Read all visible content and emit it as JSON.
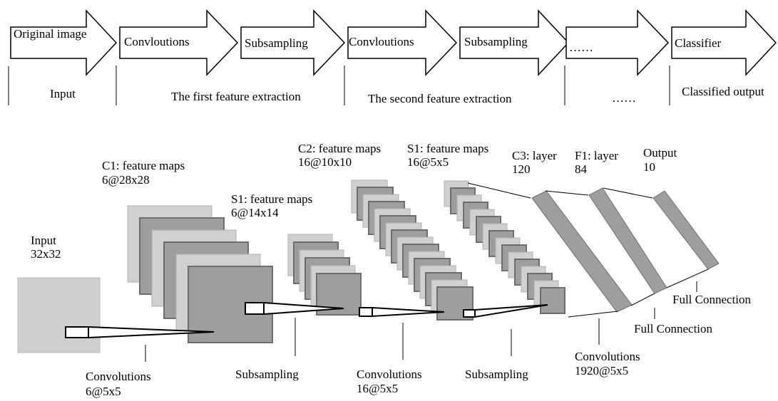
{
  "pipeline": {
    "stages": [
      "Original image",
      "Convloutions",
      "Subsampling",
      "Convloutions",
      "Subsampling",
      "……",
      "Classifier"
    ],
    "phases": [
      "Input",
      "The first feature extraction",
      "The second feature extraction",
      "……",
      "Classified output"
    ]
  },
  "network": {
    "layers": {
      "input": {
        "name": "Input",
        "size": "32x32"
      },
      "c1": {
        "name": "C1: feature maps",
        "size": "6@28x28"
      },
      "s1a": {
        "name": "S1: feature maps",
        "size": "6@14x14"
      },
      "c2": {
        "name": "C2: feature maps",
        "size": "16@10x10"
      },
      "s1b": {
        "name": "S1: feature maps",
        "size": "16@5x5"
      },
      "c3": {
        "name": "C3: layer",
        "size": "120"
      },
      "f1": {
        "name": "F1: layer",
        "size": "84"
      },
      "output": {
        "name": "Output",
        "size": "10"
      }
    },
    "operations": {
      "conv1": {
        "name": "Convolutions",
        "detail": "6@5x5"
      },
      "sub1": {
        "name": "Subsampling"
      },
      "conv2": {
        "name": "Convolutions",
        "detail": "16@5x5"
      },
      "sub2": {
        "name": "Subsampling"
      },
      "conv3": {
        "name": "Convolutions",
        "detail": "1920@5x5"
      },
      "full1": {
        "name": "Full Connection"
      },
      "full2": {
        "name": "Full Connection"
      }
    }
  },
  "colors": {
    "plane_light": "#d0d0d0",
    "plane_mid": "#9e9e9e",
    "plane_border_light": "#b0b0b0",
    "plane_border_mid": "#6e6e6e"
  }
}
